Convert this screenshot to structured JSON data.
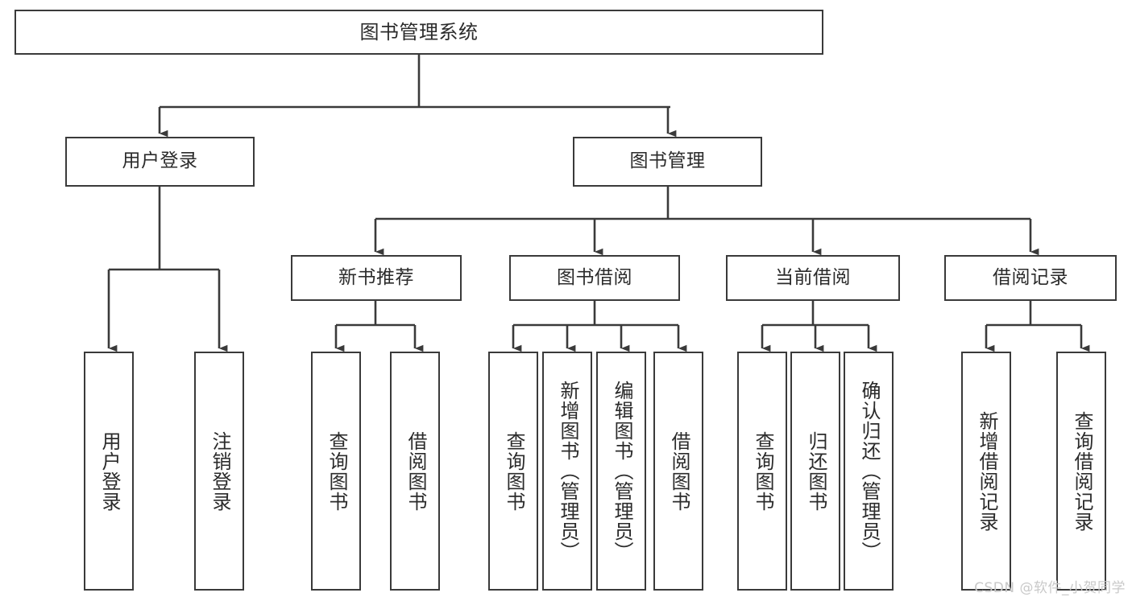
{
  "diagram": {
    "title": "图书管理系统",
    "type": "tree-hierarchy-chart",
    "watermark": "CSDN @软件_小贺同学",
    "line_color": "#3a3a3a",
    "box_fill": "#ffffff",
    "text_color": "#2b2b2b",
    "watermark_color": "#c9c9c9"
  },
  "nodes": {
    "root": {
      "label": "图书管理系统"
    },
    "level2": [
      {
        "id": "user-login",
        "label": "用户登录"
      },
      {
        "id": "book-management",
        "label": "图书管理"
      }
    ],
    "level3": [
      {
        "id": "new-book-recommend",
        "label": "新书推荐"
      },
      {
        "id": "book-borrow",
        "label": "图书借阅"
      },
      {
        "id": "current-borrow",
        "label": "当前借阅"
      },
      {
        "id": "borrow-record",
        "label": "借阅记录"
      }
    ],
    "leaves": {
      "user_login": [
        {
          "id": "leaf-user-login",
          "label": "用户登录"
        },
        {
          "id": "leaf-logout-login",
          "label": "注销登录"
        }
      ],
      "new_book_recommend": [
        {
          "id": "leaf-query-book-1",
          "label": "查询图书"
        },
        {
          "id": "leaf-borrow-book-1",
          "label": "借阅图书"
        }
      ],
      "book_borrow": [
        {
          "id": "leaf-query-book-2",
          "label": "查询图书"
        },
        {
          "id": "leaf-add-book",
          "label": "新增图书（管理员）"
        },
        {
          "id": "leaf-edit-book",
          "label": "编辑图书（管理员）"
        },
        {
          "id": "leaf-borrow-book-2",
          "label": "借阅图书"
        }
      ],
      "current_borrow": [
        {
          "id": "leaf-query-book-3",
          "label": "查询图书"
        },
        {
          "id": "leaf-return-book",
          "label": "归还图书"
        },
        {
          "id": "leaf-confirm-return",
          "label": "确认归还（管理员）"
        }
      ],
      "borrow_record": [
        {
          "id": "leaf-add-borrow-record",
          "label": "新增借阅记录"
        },
        {
          "id": "leaf-query-borrow-record",
          "label": "查询借阅记录"
        }
      ]
    }
  }
}
